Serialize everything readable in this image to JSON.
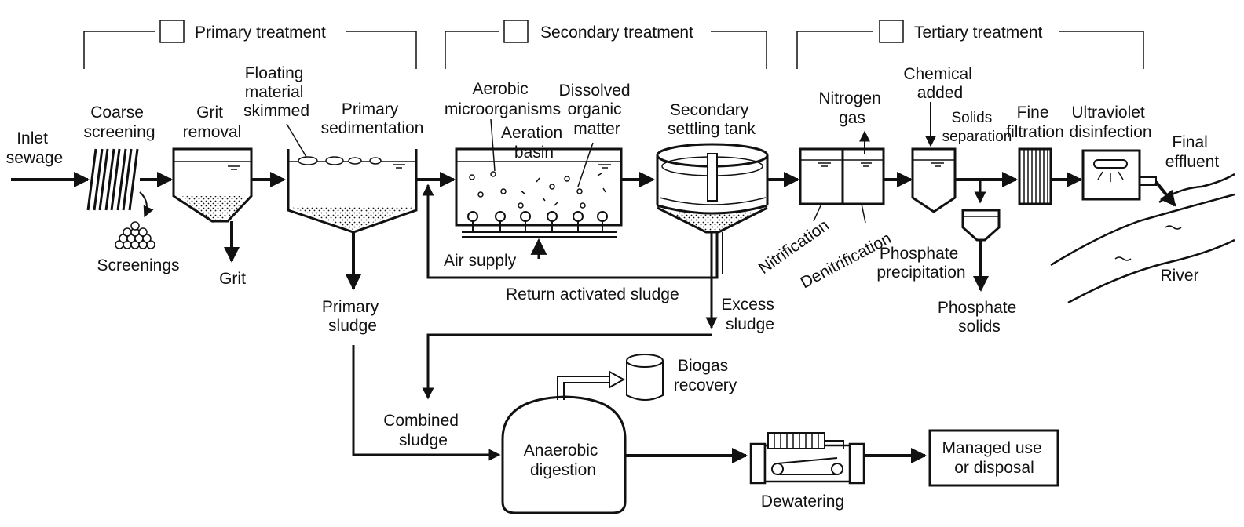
{
  "stages": {
    "primary": "Primary treatment",
    "secondary": "Secondary treatment",
    "tertiary": "Tertiary treatment"
  },
  "labels": {
    "inlet": [
      "Inlet",
      "sewage"
    ],
    "coarse_screening": [
      "Coarse",
      "screening"
    ],
    "screenings": "Screenings",
    "grit_removal": [
      "Grit",
      "removal"
    ],
    "grit": "Grit",
    "floating_material": [
      "Floating",
      "material",
      "skimmed"
    ],
    "primary_sedimentation": [
      "Primary",
      "sedimentation"
    ],
    "primary_sludge": [
      "Primary",
      "sludge"
    ],
    "aerobic_microorganisms": [
      "Aerobic",
      "microorganisms"
    ],
    "aeration_basin": [
      "Aeration",
      "basin"
    ],
    "dissolved_organic": [
      "Dissolved",
      "organic",
      "matter"
    ],
    "air_supply": "Air supply",
    "return_sludge": "Return activated sludge",
    "secondary_settling": [
      "Secondary",
      "settling tank"
    ],
    "excess_sludge": [
      "Excess",
      "sludge"
    ],
    "nitrogen_gas": [
      "Nitrogen",
      "gas"
    ],
    "nitrification": "Nitrification",
    "denitrification": "Denitrification",
    "chemical_added": [
      "Chemical",
      "added"
    ],
    "solids_separation": [
      "Solids",
      "separation"
    ],
    "phosphate_precipitation": [
      "Phosphate",
      "precipitation"
    ],
    "phosphate_solids": [
      "Phosphate",
      "solids"
    ],
    "fine_filtration": [
      "Fine",
      "filtration"
    ],
    "uv_disinfection": [
      "Ultraviolet",
      "disinfection"
    ],
    "final_effluent": [
      "Final",
      "effluent"
    ],
    "river": "River",
    "combined_sludge": [
      "Combined",
      "sludge"
    ],
    "anaerobic_digestion": [
      "Anaerobic",
      "digestion"
    ],
    "biogas_recovery": [
      "Biogas",
      "recovery"
    ],
    "dewatering": "Dewatering",
    "managed_use": [
      "Managed use",
      "or disposal"
    ]
  }
}
